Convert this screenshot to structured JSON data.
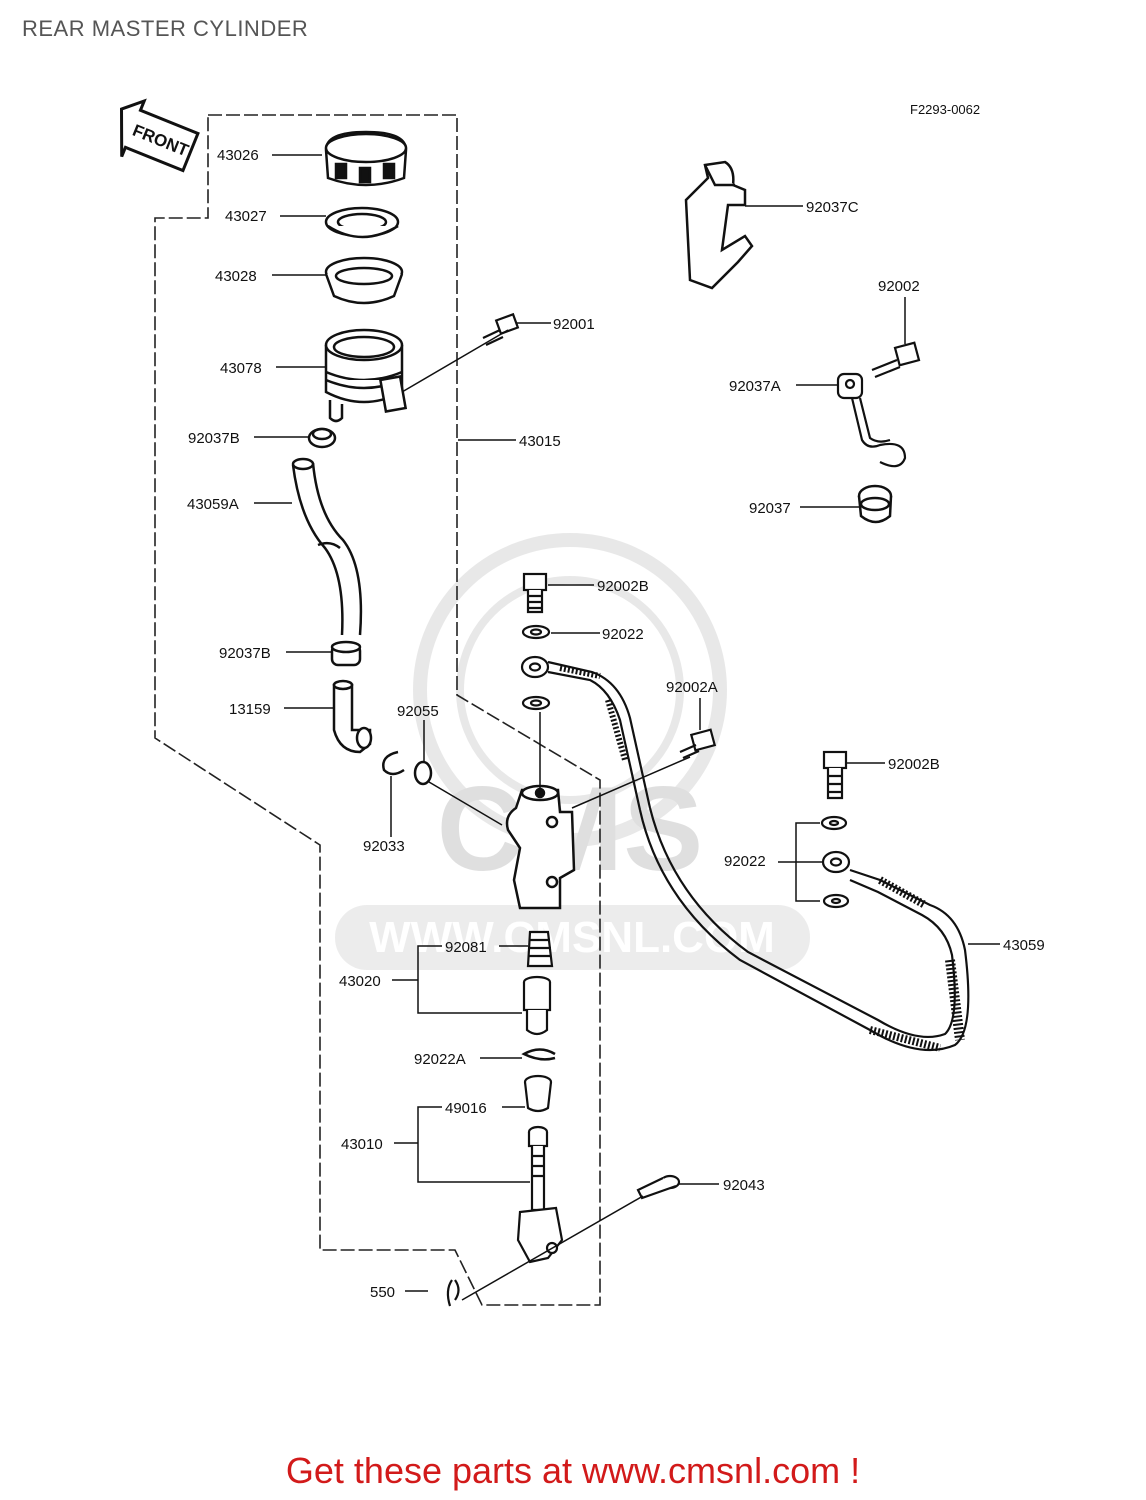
{
  "title": "REAR MASTER CYLINDER",
  "figure_code": "F2293-0062",
  "front_label": "FRONT",
  "watermark": {
    "brand": "CMS",
    "url": "WWW.CMSNL.COM"
  },
  "parts": [
    {
      "id": "p-43026",
      "code": "43026"
    },
    {
      "id": "p-43027",
      "code": "43027"
    },
    {
      "id": "p-43028",
      "code": "43028"
    },
    {
      "id": "p-43078",
      "code": "43078"
    },
    {
      "id": "p-92001",
      "code": "92001"
    },
    {
      "id": "p-92037B-top",
      "code": "92037B"
    },
    {
      "id": "p-43015",
      "code": "43015"
    },
    {
      "id": "p-43059A",
      "code": "43059A"
    },
    {
      "id": "p-92037B-bottom",
      "code": "92037B"
    },
    {
      "id": "p-13159",
      "code": "13159"
    },
    {
      "id": "p-92055",
      "code": "92055"
    },
    {
      "id": "p-92033",
      "code": "92033"
    },
    {
      "id": "p-92002B-top",
      "code": "92002B"
    },
    {
      "id": "p-92022-top",
      "code": "92022"
    },
    {
      "id": "p-92002A",
      "code": "92002A"
    },
    {
      "id": "p-92037C",
      "code": "92037C"
    },
    {
      "id": "p-92002",
      "code": "92002"
    },
    {
      "id": "p-92037A",
      "code": "92037A"
    },
    {
      "id": "p-92037",
      "code": "92037"
    },
    {
      "id": "p-92002B-right",
      "code": "92002B"
    },
    {
      "id": "p-92022-right",
      "code": "92022"
    },
    {
      "id": "p-43059",
      "code": "43059"
    },
    {
      "id": "p-92081",
      "code": "92081"
    },
    {
      "id": "p-43020",
      "code": "43020"
    },
    {
      "id": "p-92022A",
      "code": "92022A"
    },
    {
      "id": "p-49016",
      "code": "49016"
    },
    {
      "id": "p-43010",
      "code": "43010"
    },
    {
      "id": "p-92043",
      "code": "92043"
    },
    {
      "id": "p-550",
      "code": "550"
    }
  ],
  "footer": "Get these parts at www.cmsnl.com !"
}
